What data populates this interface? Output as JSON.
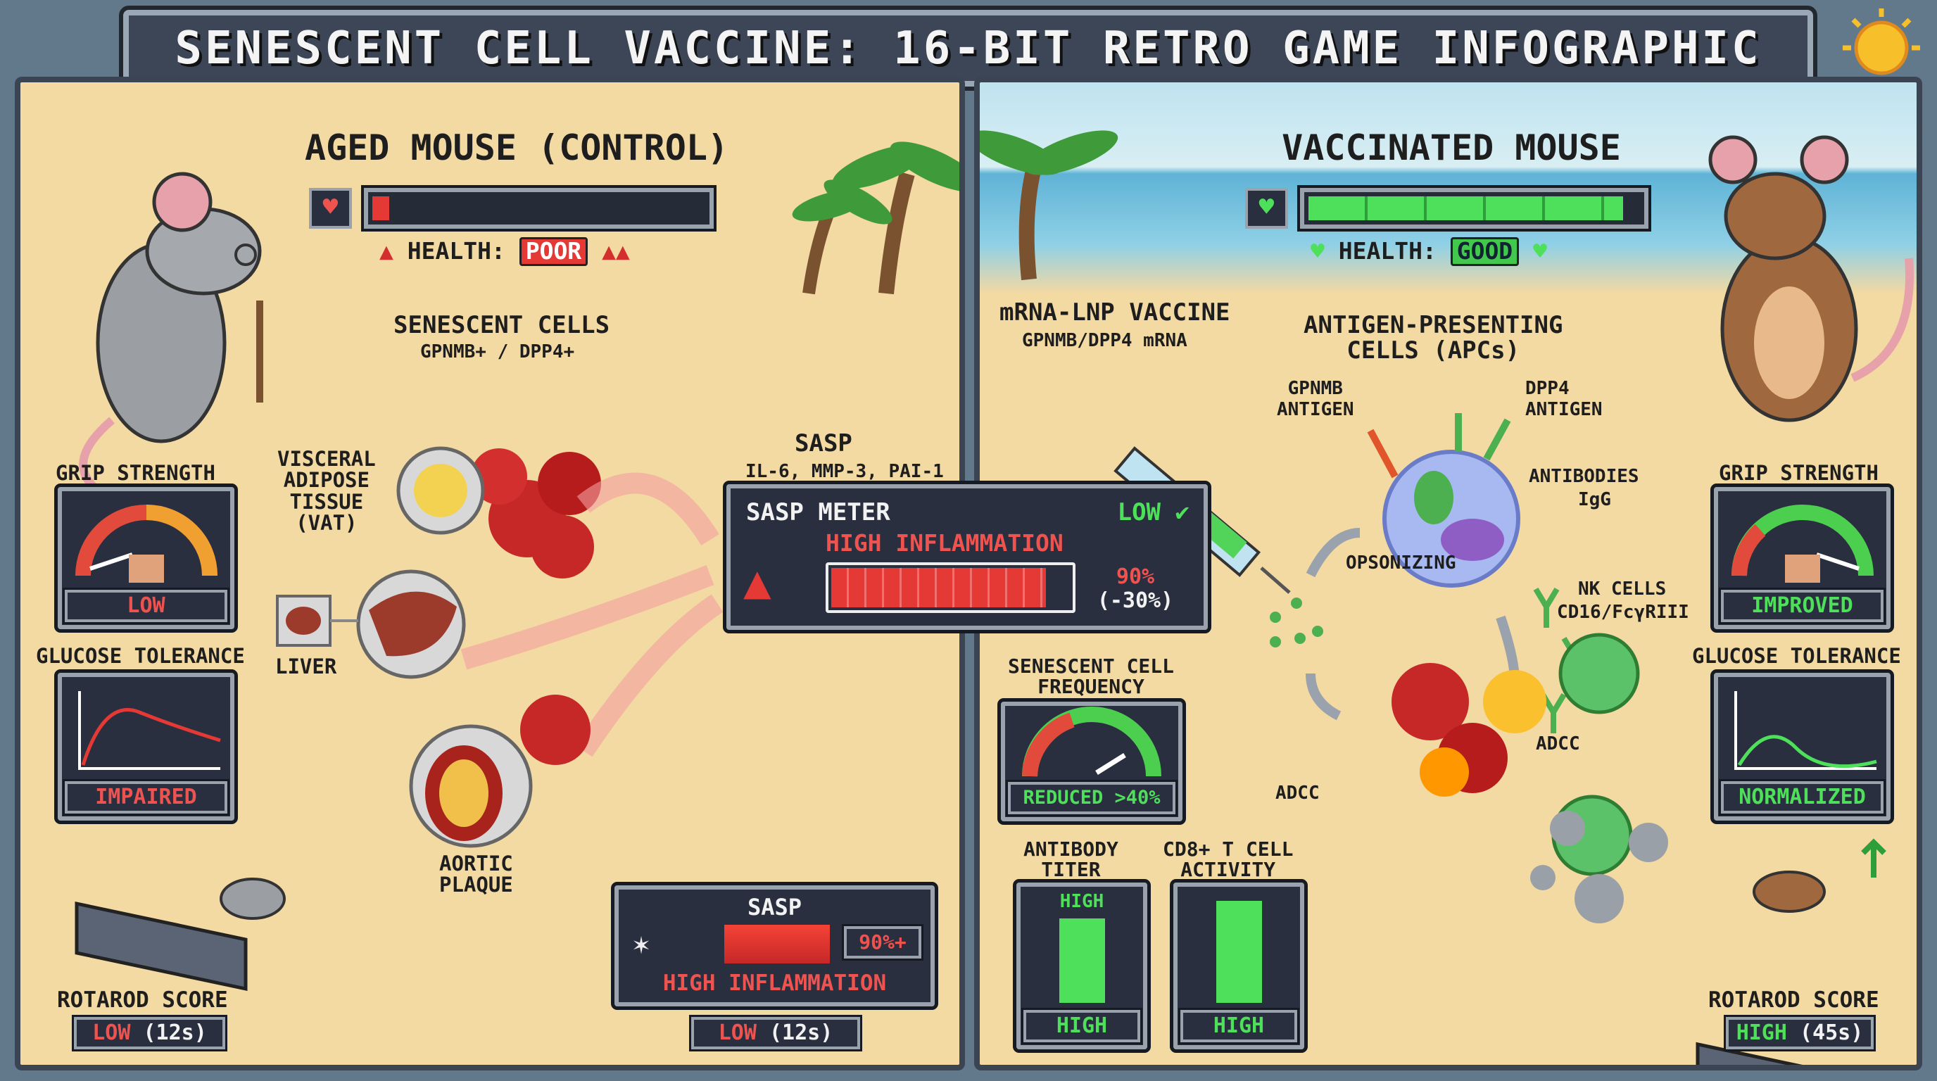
{
  "title": "SENESCENT CELL VACCINE: 16-BIT RETRO GAME INFOGRAPHIC",
  "colors": {
    "sand": "#f3d9a2",
    "frame": "#61798b",
    "panel_dark": "#2a2f40",
    "bad": "#e53935",
    "good": "#4ee05a"
  },
  "left": {
    "heading": "AGED MOUSE (CONTROL)",
    "health": {
      "label": "HEALTH:",
      "status": "POOR",
      "fill_percent": 5,
      "icon": "heart-icon",
      "warn_icon": "warning-icon"
    },
    "senescent": {
      "title": "SENESCENT CELLS",
      "sub": "GPNMB+ / DPP4+"
    },
    "vat": "VISCERAL\nADIPOSE\nTISSUE\n(VAT)",
    "liver": "LIVER",
    "aortic": "AORTIC\nPLAQUE",
    "sasp": {
      "title": "SASP",
      "sub": "IL-6, MMP-3, PAI-1"
    },
    "grip": {
      "title": "GRIP STRENGTH",
      "status": "LOW"
    },
    "glucose": {
      "title": "GLUCOSE TOLERANCE",
      "status": "IMPAIRED"
    },
    "rotarod": {
      "title": "ROTAROD SCORE",
      "level": "LOW",
      "value": "(12s)"
    },
    "sasp_box": {
      "title": "SASP",
      "value": "90%+",
      "warning": "HIGH INFLAMMATION",
      "fill_percent": 90
    },
    "sasp_box_badge": {
      "level": "LOW",
      "value": "(12s)"
    }
  },
  "sasp_meter": {
    "title": "SASP METER",
    "status": "LOW",
    "warning": "HIGH INFLAMMATION",
    "value": "90%",
    "change": "(-30%)",
    "fill_percent": 90
  },
  "right": {
    "heading": "VACCINATED MOUSE",
    "health": {
      "label": "HEALTH:",
      "status": "GOOD",
      "fill_percent": 95,
      "icon": "heart-icon"
    },
    "vaccine": {
      "title": "mRNA-LNP VACCINE",
      "sub": "GPNMB/DPP4 mRNA"
    },
    "apc": "ANTIGEN-PRESENTING\nCELLS (APCs)",
    "gpnmb": "GPNMB\nANTIGEN",
    "dpp4": "DPP4\nANTIGEN",
    "antibodies": {
      "title": "ANTIBODIES",
      "sub": "IgG"
    },
    "opsonizing": "OPSONIZING",
    "nk": {
      "title": "NK CELLS",
      "sub": "CD16/FcγRIII"
    },
    "adcc_right": "ADCC",
    "adcc_left": "ADCC",
    "sen_freq": {
      "title": "SENESCENT CELL\nFREQUENCY",
      "status": "REDUCED >40%"
    },
    "antibody_titer": {
      "title": "ANTIBODY\nTITER",
      "top": "HIGH",
      "status": "HIGH"
    },
    "cd8": {
      "title": "CD8+ T CELL\nACTIVITY",
      "status": "HIGH"
    },
    "grip": {
      "title": "GRIP STRENGTH",
      "status": "IMPROVED"
    },
    "glucose": {
      "title": "GLUCOSE TOLERANCE",
      "status": "NORMALIZED"
    },
    "rotarod": {
      "title": "ROTAROD SCORE",
      "level": "HIGH",
      "value": "(45s)"
    }
  }
}
